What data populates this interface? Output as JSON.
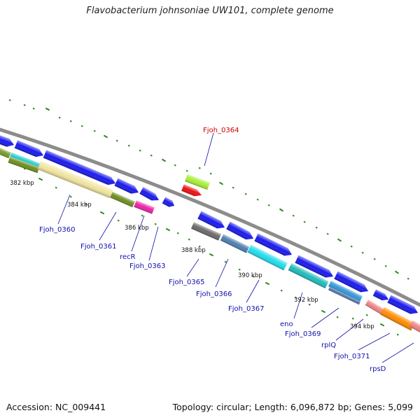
{
  "title": "Flavobacterium johnsoniae UW101, complete genome",
  "footer": {
    "accession": "Accession: NC_009441",
    "topology": "Topology: circular; Length: 6,096,872 bp; Genes: 5,099"
  },
  "colors": {
    "backbone": "#8c8c8c",
    "label_default": "#1010aa",
    "label_highlight": "#cc0000",
    "tick": "#2a8a1a"
  },
  "kbp_labels": [
    {
      "text": "382 kbp"
    },
    {
      "text": "384 kbp"
    },
    {
      "text": "386 kbp"
    },
    {
      "text": "388 kbp"
    },
    {
      "text": "390 kbp"
    },
    {
      "text": "392 kbp"
    },
    {
      "text": "394 kbp"
    }
  ],
  "gene_labels": [
    {
      "text": "Fjoh_0364",
      "highlight": true
    },
    {
      "text": "Fjoh_0360"
    },
    {
      "text": "Fjoh_0361"
    },
    {
      "text": "recR"
    },
    {
      "text": "Fjoh_0363"
    },
    {
      "text": "Fjoh_0365"
    },
    {
      "text": "Fjoh_0366"
    },
    {
      "text": "Fjoh_0367"
    },
    {
      "text": "eno"
    },
    {
      "text": "Fjoh_0369"
    },
    {
      "text": "rplQ"
    },
    {
      "text": "Fjoh_0371"
    },
    {
      "text": "rpsD"
    }
  ]
}
